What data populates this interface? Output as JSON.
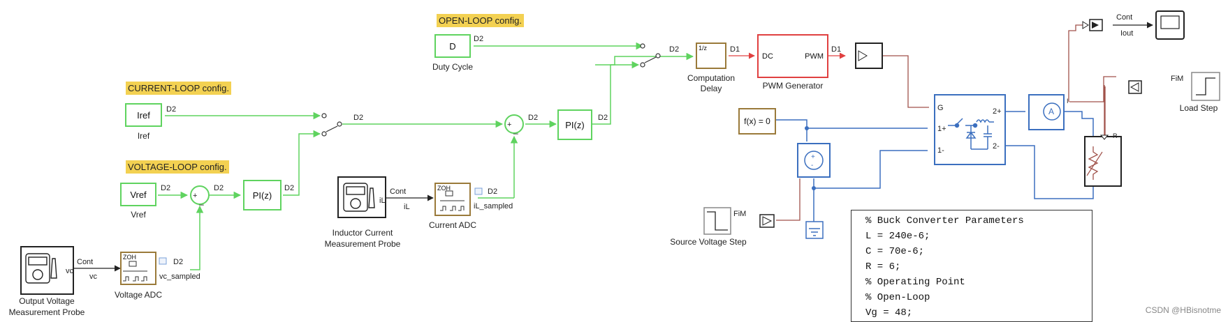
{
  "configs": {
    "open_loop": "OPEN-LOOP config.",
    "current_loop": "CURRENT-LOOP config.",
    "voltage_loop": "VOLTAGE-LOOP config."
  },
  "blocks": {
    "duty": {
      "text": "D",
      "label": "Duty Cycle"
    },
    "iref": {
      "text": "Iref",
      "label": "Iref"
    },
    "vref": {
      "text": "Vref",
      "label": "Vref"
    },
    "pi1": {
      "text": "PI(z)"
    },
    "pi2": {
      "text": "PI(z)"
    },
    "delay": {
      "text": "1/z",
      "label1": "Computation",
      "label2": "Delay"
    },
    "pwm": {
      "in": "DC",
      "out": "PWM",
      "label": "PWM Generator"
    },
    "fx": {
      "text": "f(x) = 0"
    },
    "inductor_probe": {
      "label1": "Inductor Current",
      "label2": "Measurement Probe",
      "port": "iL"
    },
    "output_probe": {
      "label1": "Output Voltage",
      "label2": "Measurement Probe",
      "port": "vc"
    },
    "current_adc": {
      "text": "ZOH",
      "label": "Current ADC"
    },
    "voltage_adc": {
      "text": "ZOH",
      "label": "Voltage ADC"
    },
    "source_step": {
      "label": "Source Voltage Step"
    },
    "load_step": {
      "label": "Load Step"
    }
  },
  "signals": {
    "d2": "D2",
    "d1": "D1",
    "cont": "Cont",
    "il": "iL",
    "vc": "vc",
    "il_sampled": "iL_sampled",
    "vc_sampled": "vc_sampled",
    "fim": "FiM",
    "iout": "Iout",
    "plus": "+",
    "minus": "-",
    "g": "G",
    "p1": "1+",
    "n1": "1-",
    "p2": "2+",
    "n2": "2-",
    "r": "R",
    "i": "I",
    "a": "A"
  },
  "code": {
    "lines": [
      "% Buck Converter Parameters",
      "L = 240e-6;",
      "C = 70e-6;",
      "R = 6;",
      "% Operating Point",
      "% Open-Loop",
      "Vg = 48;"
    ]
  },
  "watermark": "CSDN @HBisnotme",
  "colors": {
    "green": "#5fd35f",
    "blue": "#3b6fbf",
    "red": "#e04040",
    "brown": "#9a5a2a",
    "yellow": "#f3d152"
  }
}
